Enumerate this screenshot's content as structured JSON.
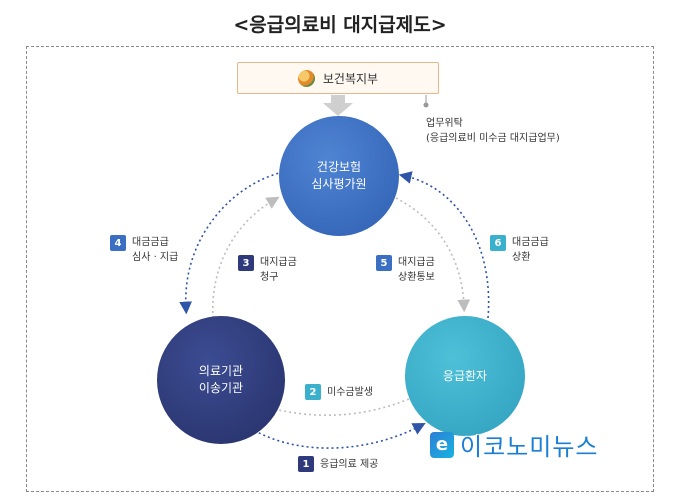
{
  "title": "<응급의료비 대지급제도>",
  "ministry": {
    "label": "보건복지부",
    "logo_icon": "ministry-logo-icon"
  },
  "delegation": {
    "line1": "업무위탁",
    "line2": "(응급의료비 미수금 대지급업무)"
  },
  "nodes": {
    "hira": {
      "line1": "건강보험",
      "line2": "심사평가원",
      "color": "#3a6fc4"
    },
    "medical": {
      "line1": "의료기관",
      "line2": "이송기관",
      "color": "#2e3a7c"
    },
    "patient": {
      "line1": "응급환자",
      "color": "#3bb0cc"
    }
  },
  "steps": [
    {
      "num": "1",
      "line1": "응급의료 제공",
      "line2": "",
      "color": "#2e3a7c"
    },
    {
      "num": "2",
      "line1": "미수금발생",
      "line2": "",
      "color": "#3bb0cc"
    },
    {
      "num": "3",
      "line1": "대지급금",
      "line2": "청구",
      "color": "#2e3a7c"
    },
    {
      "num": "4",
      "line1": "대금금급",
      "line2": "심사 · 지급",
      "color": "#3a6fc4"
    },
    {
      "num": "5",
      "line1": "대지급금",
      "line2": "상환통보",
      "color": "#3a6fc4"
    },
    {
      "num": "6",
      "line1": "대금금급",
      "line2": "상환",
      "color": "#3bb0cc"
    }
  ],
  "watermark": {
    "mark": "e",
    "text": "이코노미뉴스"
  }
}
